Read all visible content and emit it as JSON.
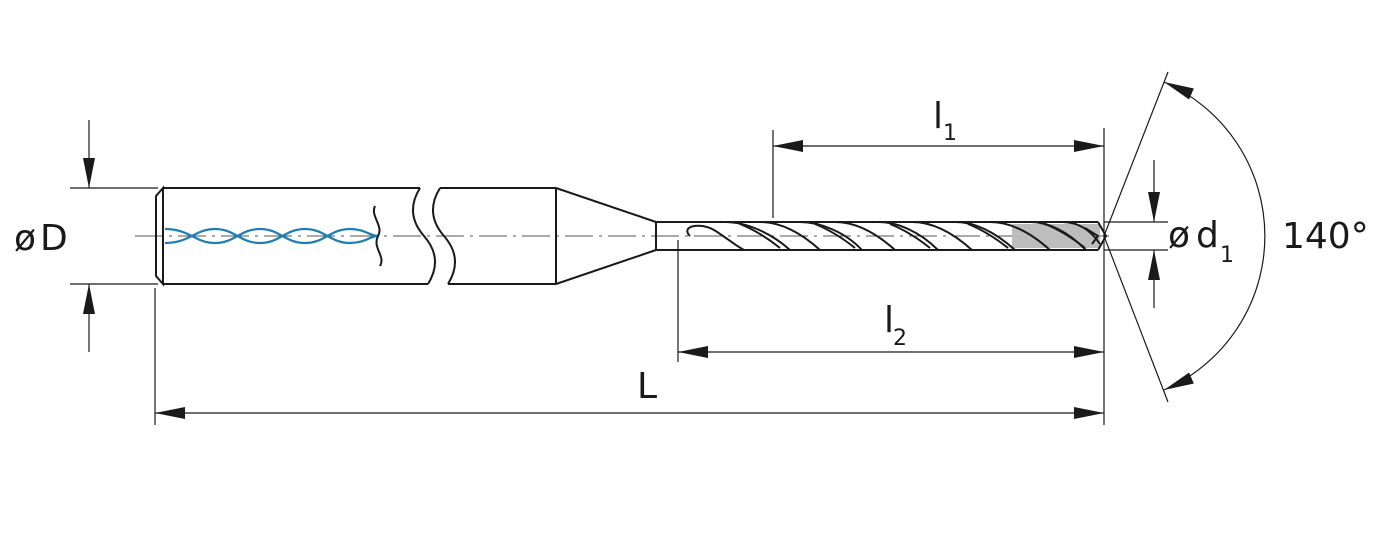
{
  "labels": {
    "dia_shank_symbol": "ø",
    "dia_shank": "D",
    "dia_tip_symbol": "ø",
    "dia_tip": "d",
    "dia_tip_sub": "1",
    "len_l1": "l",
    "len_l1_sub": "1",
    "len_l2": "l",
    "len_l2_sub": "2",
    "len_total": "L",
    "point_angle": "140°"
  },
  "colors": {
    "line": "#1a1a1a",
    "coolant": "#1f7fb4",
    "coating": "#bdbdbd",
    "centerline": "#555555"
  }
}
